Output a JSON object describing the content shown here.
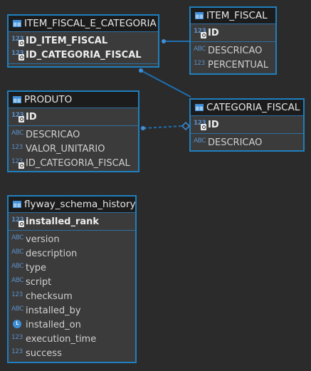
{
  "colors": {
    "background": "#2b2b2b",
    "entity_border": "#1f7fbf",
    "entity_body": "#3b3b3b",
    "header_bg": "#1c1c1c",
    "relation_line": "#1f6fb0"
  },
  "icon_types": {
    "numeric": "123",
    "text": "ABC",
    "timestamp": "clock-icon"
  },
  "entities": {
    "item_fiscal_e_categoria": {
      "title": "ITEM_FISCAL_E_CATEGORIA",
      "pk_fields": [
        {
          "name": "ID_ITEM_FISCAL",
          "type": "123",
          "key": true
        },
        {
          "name": "ID_CATEGORIA_FISCAL",
          "type": "123",
          "key": true
        }
      ]
    },
    "item_fiscal": {
      "title": "ITEM_FISCAL",
      "pk_fields": [
        {
          "name": "ID",
          "type": "123",
          "key": true
        }
      ],
      "fields": [
        {
          "name": "DESCRICAO",
          "type": "ABC"
        },
        {
          "name": "PERCENTUAL",
          "type": "123"
        }
      ]
    },
    "produto": {
      "title": "PRODUTO",
      "pk_fields": [
        {
          "name": "ID",
          "type": "123",
          "key": true
        }
      ],
      "fields": [
        {
          "name": "DESCRICAO",
          "type": "ABC"
        },
        {
          "name": "VALOR_UNITARIO",
          "type": "123"
        },
        {
          "name": "ID_CATEGORIA_FISCAL",
          "type": "123",
          "key": true
        }
      ]
    },
    "categoria_fiscal": {
      "title": "CATEGORIA_FISCAL",
      "pk_fields": [
        {
          "name": "ID",
          "type": "123",
          "key": true
        }
      ],
      "fields": [
        {
          "name": "DESCRICAO",
          "type": "ABC"
        }
      ]
    },
    "flyway_schema_history": {
      "title": "flyway_schema_history",
      "pk_fields": [
        {
          "name": "installed_rank",
          "type": "123",
          "key": true
        }
      ],
      "fields": [
        {
          "name": "version",
          "type": "ABC"
        },
        {
          "name": "description",
          "type": "ABC"
        },
        {
          "name": "type",
          "type": "ABC"
        },
        {
          "name": "script",
          "type": "ABC"
        },
        {
          "name": "checksum",
          "type": "123"
        },
        {
          "name": "installed_by",
          "type": "ABC"
        },
        {
          "name": "installed_on",
          "type": "clock-icon"
        },
        {
          "name": "execution_time",
          "type": "123"
        },
        {
          "name": "success",
          "type": "123"
        }
      ]
    }
  }
}
